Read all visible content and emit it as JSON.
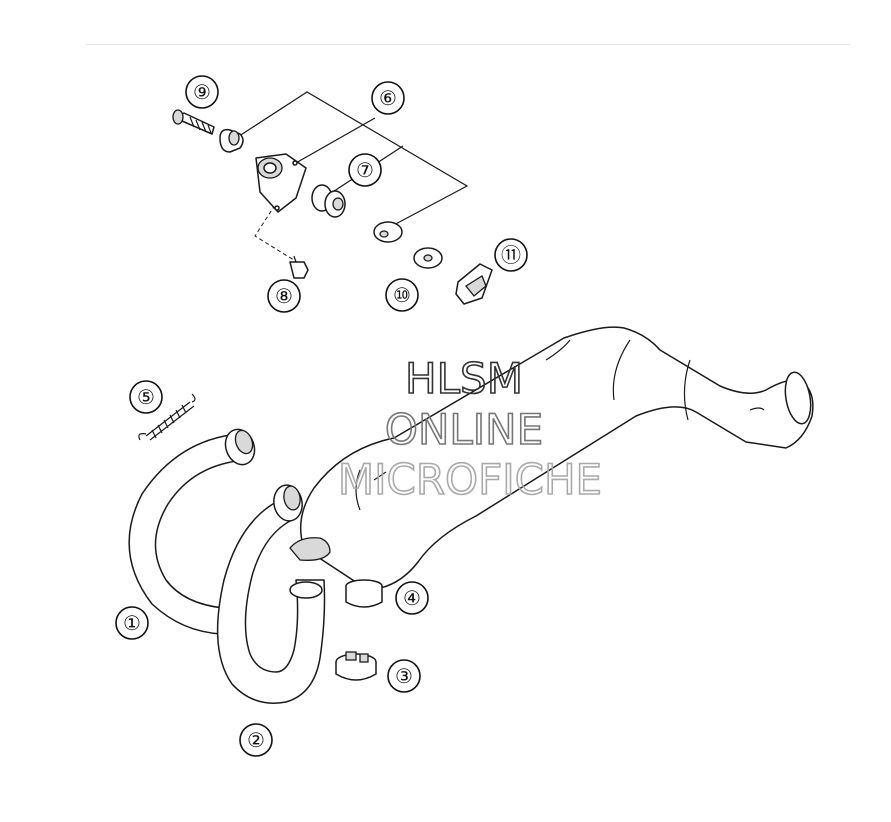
{
  "callouts": [
    {
      "label": "⑨"
    },
    {
      "label": "⑥"
    },
    {
      "label": "⑦"
    },
    {
      "label": "⑧"
    },
    {
      "label": "⑩"
    },
    {
      "label": "⑪"
    },
    {
      "label": "⑤"
    },
    {
      "label": "①"
    },
    {
      "label": "②"
    },
    {
      "label": "④"
    },
    {
      "label": "③"
    }
  ],
  "watermark": {
    "line1": "HLSM",
    "line2": "ONLINE",
    "line3": "MICROFICHE",
    "color1": "#333333",
    "color2": "#777777",
    "color3": "#aaaaaa"
  }
}
